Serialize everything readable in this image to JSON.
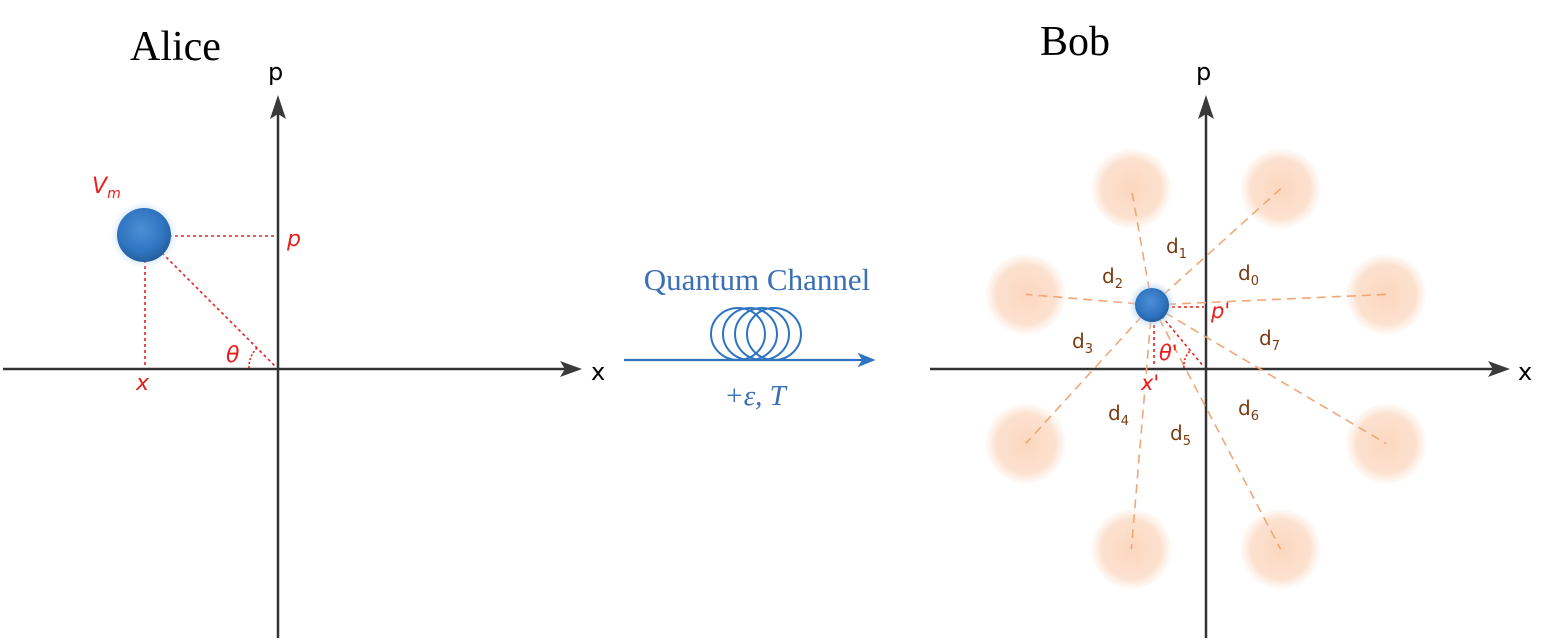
{
  "alice": {
    "title": "Alice",
    "axis_x_label": "x",
    "axis_p_label": "p",
    "variance_label": "V",
    "variance_subscript": "m",
    "point_p_label": "p",
    "point_x_label": "x",
    "angle_label": "θ"
  },
  "channel": {
    "title": "Quantum Channel",
    "params_label": "+ε, T"
  },
  "bob": {
    "title": "Bob",
    "axis_x_label": "x",
    "axis_p_label": "p",
    "point_p_label": "p'",
    "point_x_label": "x'",
    "angle_label": "θ'",
    "distance_labels": [
      {
        "base": "d",
        "sub": "0"
      },
      {
        "base": "d",
        "sub": "1"
      },
      {
        "base": "d",
        "sub": "2"
      },
      {
        "base": "d",
        "sub": "3"
      },
      {
        "base": "d",
        "sub": "4"
      },
      {
        "base": "d",
        "sub": "5"
      },
      {
        "base": "d",
        "sub": "6"
      },
      {
        "base": "d",
        "sub": "7"
      }
    ]
  },
  "colors": {
    "axis": "#333333",
    "state_blue": "#2f74c0",
    "channel_blue": "#3a6fb5",
    "red": "#e8201c",
    "dash_orange": "#f0a777",
    "blob_orange": "#fbd9c3",
    "label_brown": "#7a3b12"
  }
}
